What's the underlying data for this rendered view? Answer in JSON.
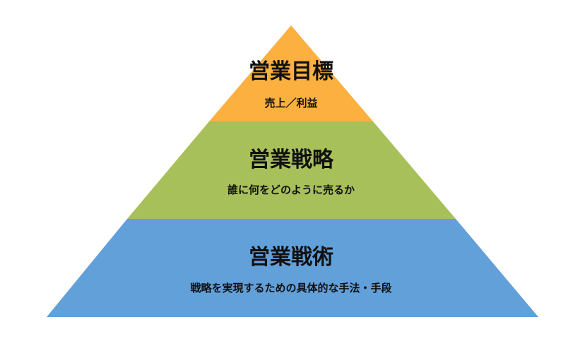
{
  "pyramid": {
    "colors": {
      "top": "#FBB040",
      "middle": "#A8C05A",
      "bottom": "#62A0DA"
    },
    "tiers": [
      {
        "title": "営業目標",
        "subtitle": "売上／利益"
      },
      {
        "title": "営業戦略",
        "subtitle": "誰に何をどのように売るか"
      },
      {
        "title": "営業戦術",
        "subtitle": "戦略を実現するための具体的な手法・手段"
      }
    ]
  }
}
